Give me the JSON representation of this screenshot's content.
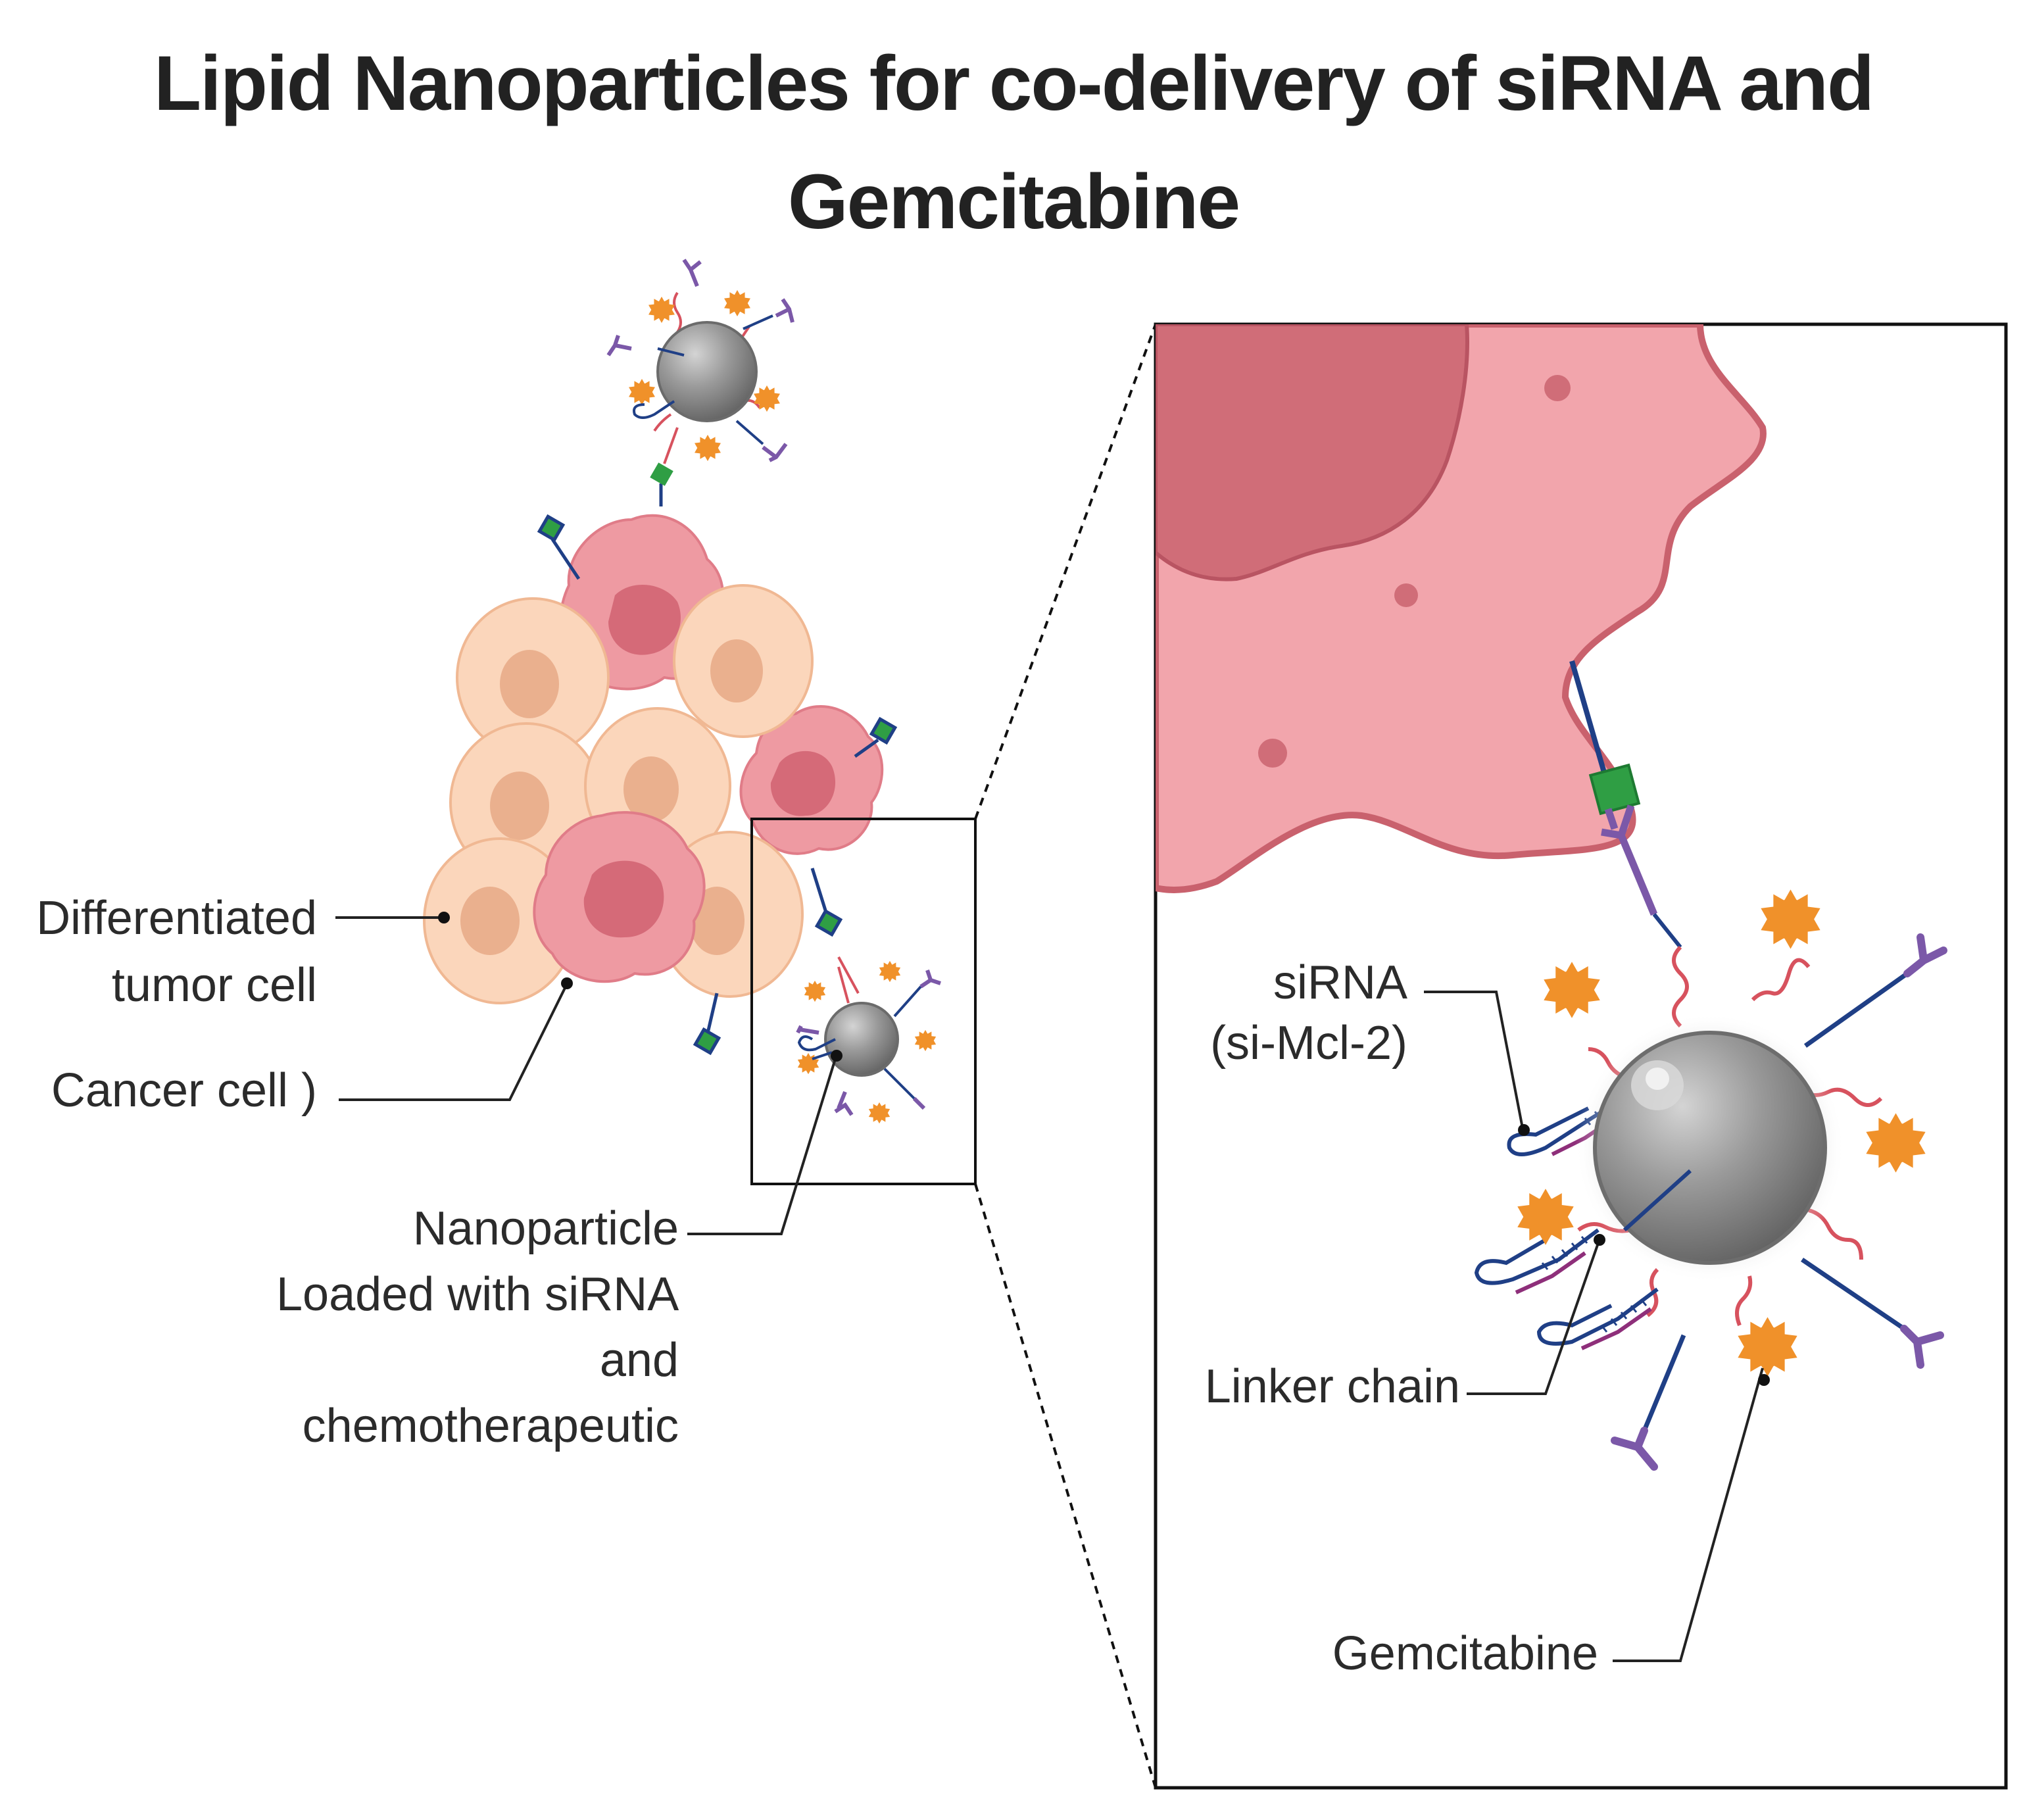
{
  "title": {
    "line1": "Lipid Nanoparticles for co-delivery of siRNA and",
    "line2": "Gemcitabine"
  },
  "labels": {
    "differentiated_line1": "Differentiated",
    "differentiated_line2": "tumor cell",
    "cancer_cell": "Cancer cell )",
    "nanoparticle_line1": "Nanoparticle",
    "nanoparticle_line2": "Loaded with siRNA",
    "nanoparticle_line3": "and",
    "nanoparticle_line4": "chemotherapeutic",
    "sirna_line1": "siRNA",
    "sirna_line2": "(si-Mcl-2)",
    "linker_chain": "Linker chain",
    "gemcitabine": "Gemcitabine"
  },
  "colors": {
    "cancer_cell": "#ee9aa2",
    "cancer_nucleus": "#d56a78",
    "tumor_cell": "#fbd6bb",
    "tumor_nucleus": "#eab08e",
    "nanoparticle": "#8c8c8c",
    "gemcitabine": "#f0912a",
    "receptor": "#2f9e44",
    "antibody": "#7b58a8",
    "sirna": "#1f3f86",
    "linker": "#d7525e"
  }
}
